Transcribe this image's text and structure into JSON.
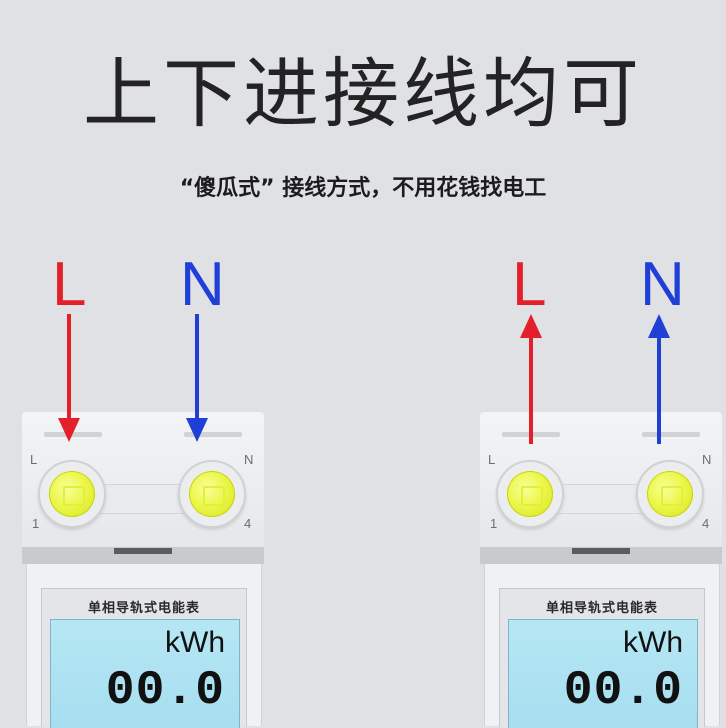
{
  "headline": "上下进接线均可",
  "tagline": "“傻瓜式” 接线方式，不用花钱找电工",
  "wires": {
    "live_letter": "L",
    "neutral_letter": "N",
    "live_color": "#e3202a",
    "neutral_color": "#1f3fd6"
  },
  "meters": [
    {
      "wiring_direction": "top-entry (arrows into terminals)",
      "terminal_top_left": "L",
      "terminal_top_right": "N",
      "terminal_bottom_left": "1",
      "terminal_bottom_right": "4",
      "name": "单相导轨式电能表",
      "unit": "kWh",
      "reading": "00.0"
    },
    {
      "wiring_direction": "bottom-entry (arrows out of terminals)",
      "terminal_top_left": "L",
      "terminal_top_right": "N",
      "terminal_bottom_left": "1",
      "terminal_bottom_right": "4",
      "name": "单相导轨式电能表",
      "unit": "kWh",
      "reading": "00.0"
    }
  ],
  "colors": {
    "background": "#dfe1e4",
    "screw": "#ecf74a",
    "lcd": "#b0e2f2"
  }
}
